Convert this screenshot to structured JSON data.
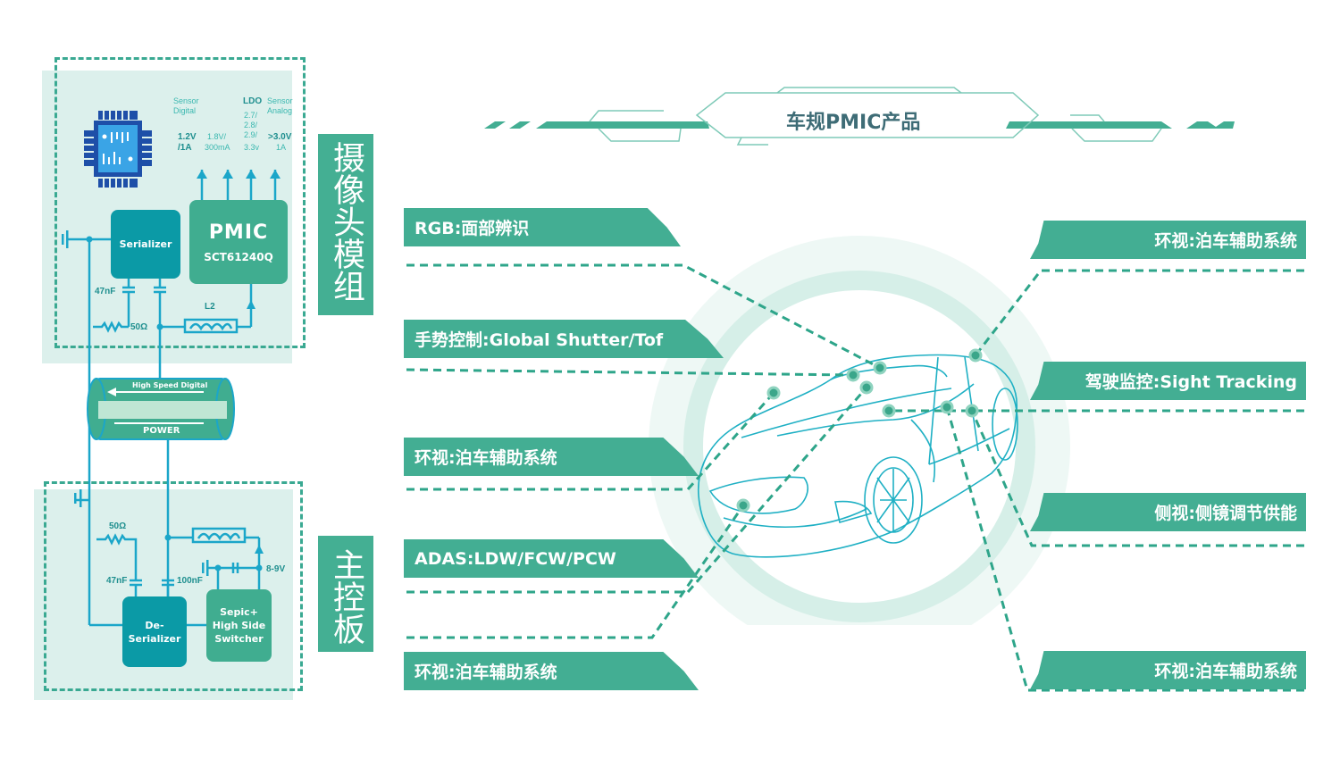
{
  "header": {
    "title": "车规PMIC产品"
  },
  "side_labels": {
    "camera_module": "摄像头模组",
    "main_board": "主控板"
  },
  "camera_module": {
    "sensor_digital_label": "Sensor Digital",
    "ldo_label": "LDO",
    "sensor_analog_label": "Sensor Analog",
    "rails": [
      {
        "voltage": "1.2V",
        "current": "/1A"
      },
      {
        "voltage": "1.8V/",
        "current": "300mA"
      },
      {
        "voltage": "2.7/ 2.8/ 2.9/",
        "current": "3.3v"
      },
      {
        "voltage": ">3.0V",
        "current": "1A"
      }
    ],
    "serializer_label": "Serializer",
    "pmic_label": "PMIC",
    "pmic_part": "SCT61240Q",
    "cap_label": "47nF",
    "resistor_label": "50Ω",
    "inductor_label": "L2"
  },
  "cable": {
    "top_label": "High Speed Digital",
    "bottom_label": "POWER"
  },
  "main_board": {
    "resistor_label": "50Ω",
    "cap1_label": "47nF",
    "cap2_label": "100nF",
    "voltage_label": "8-9V",
    "deserializer_label": "De-Serializer",
    "switcher_label": "Sepic+ High Side Switcher"
  },
  "applications": {
    "left": [
      "RGB:面部辨识",
      "手势控制:Global Shutter/Tof",
      "环视:泊车辅助系统",
      "ADAS:LDW/FCW/PCW",
      "环视:泊车辅助系统"
    ],
    "right": [
      "环视:泊车辅助系统",
      "驾驶监控:Sight Tracking",
      "侧视:侧镜调节供能",
      "环视:泊车辅助系统"
    ]
  },
  "colors": {
    "accent_green": "#43ae93",
    "accent_teal": "#0b9aa6",
    "wire_blue": "#1ba6c9",
    "panel_bg": "#dcf0ec",
    "title_text": "#3e6c76"
  }
}
